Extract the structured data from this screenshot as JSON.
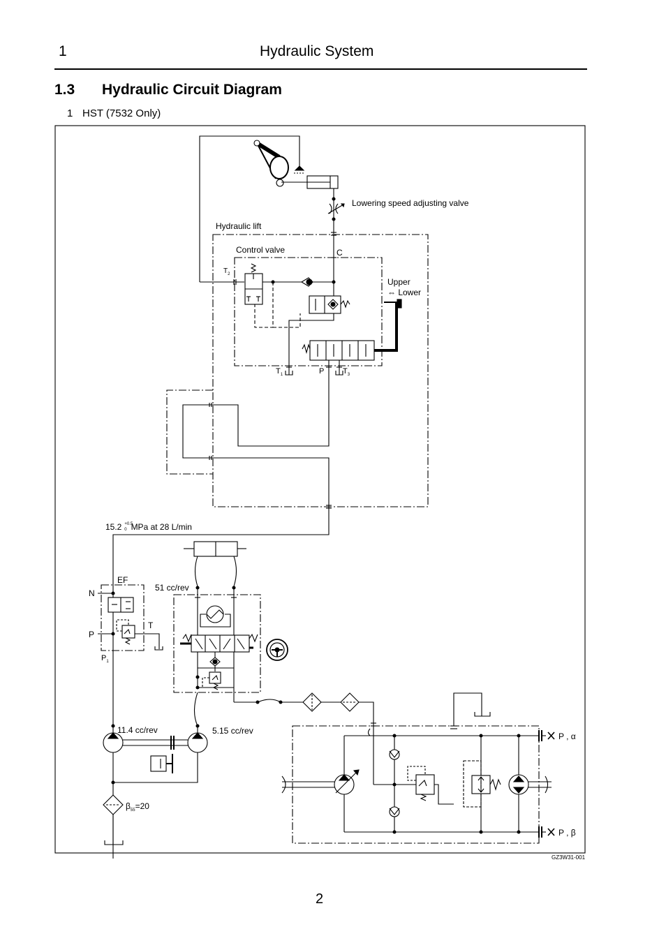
{
  "header": {
    "chapter_number": "1",
    "chapter_title": "Hydraulic System"
  },
  "section": {
    "number": "1.3",
    "title": "Hydraulic Circuit Diagram"
  },
  "subsection": {
    "number": "1",
    "title": "HST (7532 Only)"
  },
  "diagram": {
    "labels": {
      "lowering_valve": "Lowering speed adjusting valve",
      "hydraulic_lift": "Hydraulic lift",
      "control_valve": "Control valve",
      "port_c": "C",
      "upper": "Upper",
      "lower": "⇔ Lower",
      "port_t2": "T",
      "port_t2_sub": "2",
      "port_t1": "T",
      "port_t1_sub": "1",
      "port_p": "P",
      "port_t3": "T",
      "port_t3_sub": "3",
      "relief_setting": "15.2",
      "relief_tol_plus": "+0.5",
      "relief_tol_zero": "0",
      "relief_rest": "MPa  at  28 L/min",
      "ef": "EF",
      "n": "N",
      "p": "P",
      "t": "T",
      "p1": "P",
      "p1_sub": "1",
      "steering_disp": "51 cc/rev",
      "main_pump": "11.4 cc/rev",
      "charge_pump": "5.15 cc/rev",
      "filter_beta": "β",
      "filter_beta_sub": "55",
      "filter_beta_val": "=20",
      "port_p_alpha": "P , α",
      "port_p_beta": "P , β"
    }
  },
  "figure_code": "GZ3W31-001",
  "page_number": "2"
}
